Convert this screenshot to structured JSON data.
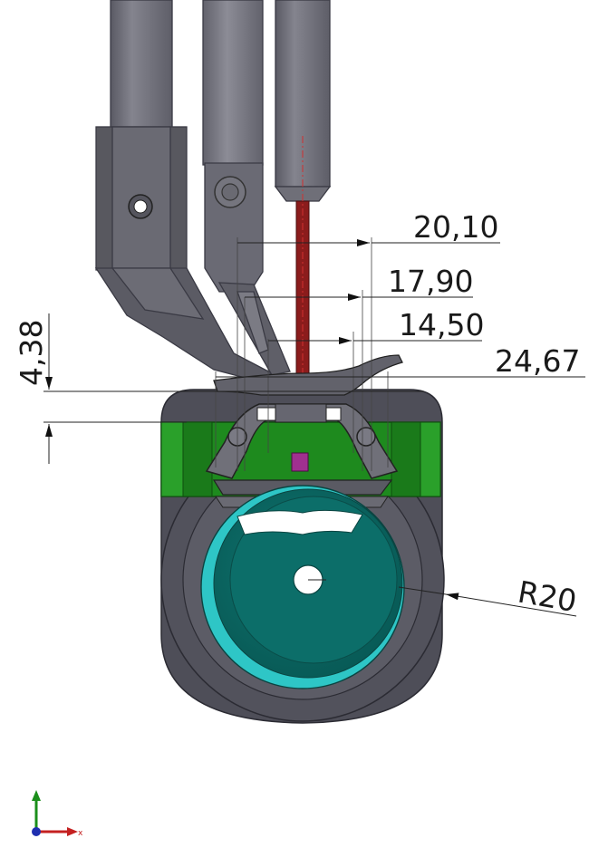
{
  "dimensions": {
    "d1": "20,10",
    "d2": "17,90",
    "d3": "14,50",
    "d4": "24,67",
    "d5": "4,38",
    "radius": "R20"
  },
  "triad": {
    "icon": "coordinate-triad-icon",
    "axes": [
      "x",
      "y",
      "z"
    ]
  },
  "colors": {
    "tube": "#6e6e78",
    "body": "#4f4f59",
    "green": "#1e8a1e",
    "teal": "#0b6a65",
    "cyan": "#2ec6c6",
    "needle": "#8b1c1c",
    "purple": "#a0308f"
  }
}
